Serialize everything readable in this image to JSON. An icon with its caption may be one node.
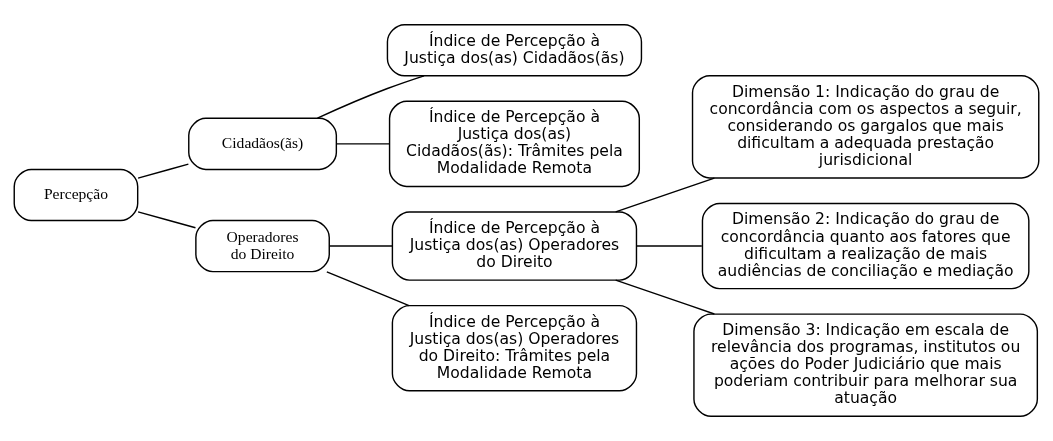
{
  "diagram": {
    "nodes": [
      {
        "text": [
          "Percepção"
        ]
      },
      {
        "text": [
          "Cidadãos(ãs)"
        ]
      },
      {
        "text": [
          "Operadores do Direito"
        ]
      },
      {
        "text": [
          "Índice de Percepção à Justiça dos(as) Cidadãos(ãs)"
        ]
      },
      {
        "text": [
          "Índice de Percepção à Justiça dos(as) Cidadãos(ãs): Trâmites pela Modalidade Remota"
        ]
      },
      {
        "text": [
          "Índice de Percepção à Justiça dos(as) Operadores do Direito"
        ]
      },
      {
        "text": [
          "Índice de Percepção à Justiça dos(as) Operadores do Direito: Trâmites pela Modalidade Remota"
        ]
      },
      {
        "text": [
          "Dimensão 1: Indicação do grau de concordância com os aspectos a seguir, considerando os gargalos que mais dificultam a adequada prestação jurisdicional"
        ]
      },
      {
        "text": [
          "Dimensão 2: Indicação do grau de concordância quanto aos fatores que dificultam a realização de mais audiências de conciliação e mediação"
        ]
      },
      {
        "text": [
          "Dimensão 3: Indicação em escala de relevância dos programas, institutos ou ações do Poder Judiciário que mais poderiam contribuir para melhorar sua atuação"
        ]
      }
    ],
    "edges": [
      {
        "from": 0,
        "to": 1,
        "arrow": "none"
      },
      {
        "from": 0,
        "to": 2,
        "arrow": "none"
      },
      {
        "from": 1,
        "to": 3,
        "arrow": "none"
      },
      {
        "from": 1,
        "to": 4,
        "arrow": "none"
      },
      {
        "from": 2,
        "to": 5,
        "arrow": "none"
      },
      {
        "from": 2,
        "to": 6,
        "arrow": "none"
      },
      {
        "from": 5,
        "to": 7,
        "arrow": "none"
      },
      {
        "from": 5,
        "to": 8,
        "arrow": "none"
      },
      {
        "from": 5,
        "to": 9,
        "arrow": "none"
      }
    ]
  }
}
